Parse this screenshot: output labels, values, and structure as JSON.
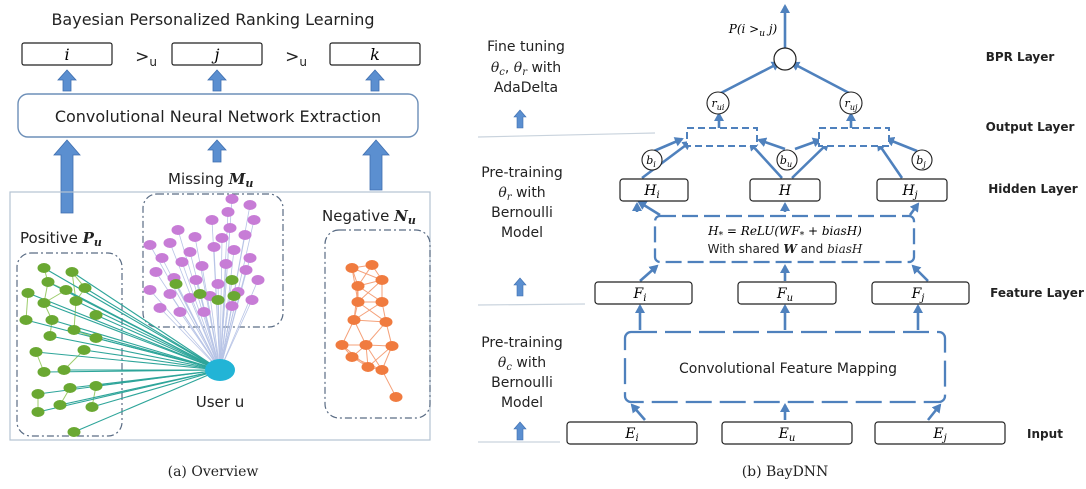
{
  "left": {
    "title": "Bayesian Personalized Ranking Learning",
    "rank_items": [
      "i",
      "j",
      "k"
    ],
    "rank_ops": [
      ">u",
      ">u"
    ],
    "cnn_label": "Convolutional Neural Network Extraction",
    "missing_label": "Missing ",
    "missing_symbol": "Mu",
    "positive_label": "Positive ",
    "positive_symbol": "Pu",
    "negative_label": "Negative ",
    "negative_symbol": "Nu",
    "user_label": "User u",
    "caption": "(a)  Overview",
    "colors": {
      "positive": "#6aa832",
      "missing": "#c77cd6",
      "negative": "#f07b3f",
      "user": "#22b4d6",
      "arrow": "#5b8fd0"
    }
  },
  "right": {
    "output_label": "P(i >u j)",
    "layers": {
      "bpr": "BPR Layer",
      "output": "Output Layer",
      "hidden": "Hidden Layer",
      "feature": "Feature Layer",
      "input": "Input"
    },
    "side_notes": {
      "fine_tuning": [
        "Fine tuning",
        "θc, θr with",
        "AdaDelta"
      ],
      "pretrain_r": [
        "Pre-training",
        "θr with",
        "Bernoulli",
        "Model"
      ],
      "pretrain_c": [
        "Pre-training",
        "θc with",
        "Bernoulli",
        "Model"
      ]
    },
    "r_nodes": [
      "rui",
      "ruj"
    ],
    "b_nodes": [
      "bi",
      "bu",
      "bj"
    ],
    "hidden_nodes": [
      "Hi",
      "H",
      "Hj"
    ],
    "hidden_formula": "H* = ReLU(WF* + biasH)",
    "hidden_shared": "With shared W and biasH",
    "feature_nodes": [
      "Fi",
      "Fu",
      "Fj"
    ],
    "conv_label": "Convolutional Feature Mapping",
    "input_nodes": [
      "Ei",
      "Eu",
      "Ej"
    ],
    "caption": "(b)  BayDNN",
    "colors": {
      "line": "#4f81bd"
    }
  }
}
